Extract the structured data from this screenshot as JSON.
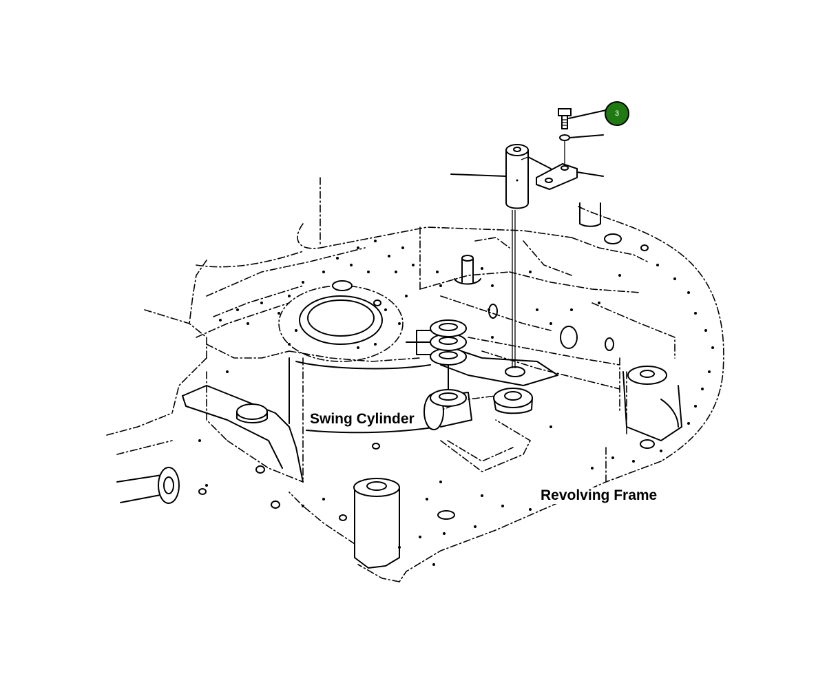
{
  "labels": {
    "swing_cylinder": "Swing Cylinder",
    "revolving_frame": "Revolving Frame"
  },
  "callout": {
    "number": "3",
    "color": "#1f7a12"
  }
}
